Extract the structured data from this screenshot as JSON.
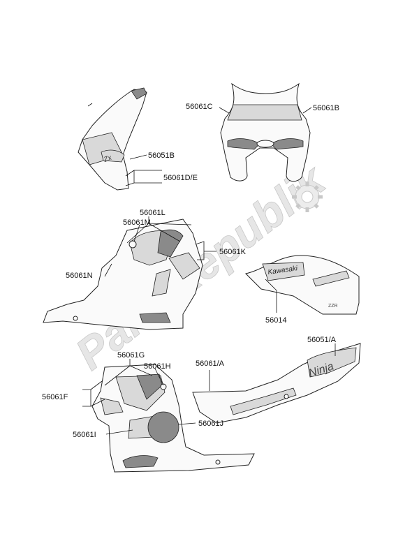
{
  "watermark": {
    "text": "PartsRepublik"
  },
  "labels": {
    "56051B": "56051B",
    "56061DE": "56061D/E",
    "56061C": "56061C",
    "56061B": "56061B",
    "56061L": "56061L",
    "56061M": "56061M",
    "56061K": "56061K",
    "56061N": "56061N",
    "56014": "56014",
    "56061G": "56061G",
    "56061H": "56061H",
    "56061F": "56061F",
    "56061I": "56061I",
    "56061J": "56061J",
    "56061A": "56061/A",
    "56051A": "56051/A"
  },
  "decal_text": {
    "tank": "Kawasaki",
    "tail": "Ninja",
    "tank_badge": "ZZR"
  },
  "colors": {
    "line": "#111111",
    "shade": "#d9d9d9",
    "watermark": "#e6e6e6"
  }
}
